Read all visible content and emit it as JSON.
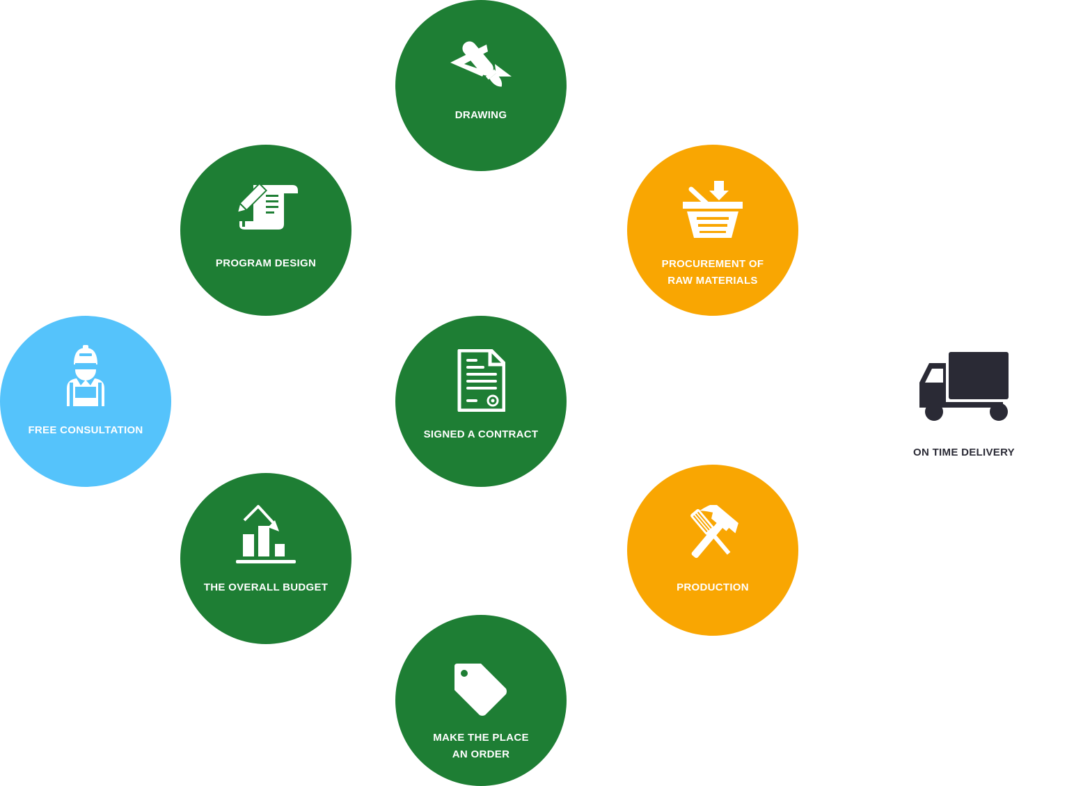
{
  "colors": {
    "green": "#1e7e34",
    "orange": "#f9a602",
    "blue": "#55c3fb",
    "truck": "#2a2a35"
  },
  "steps": {
    "free_consultation": {
      "label": "FREE CONSULTATION",
      "icon": "worker-icon"
    },
    "program_design": {
      "label": "PROGRAM DESIGN",
      "icon": "scroll-pencil-icon"
    },
    "drawing": {
      "label": "DRAWING",
      "icon": "pen-ruler-icon"
    },
    "procurement": {
      "label_line1": "PROCUREMENT OF",
      "label_line2": "RAW MATERIALS",
      "icon": "basket-icon"
    },
    "signed_contract": {
      "label": "SIGNED A CONTRACT",
      "icon": "contract-document-icon"
    },
    "overall_budget": {
      "label": "THE OVERALL BUDGET",
      "icon": "bar-chart-down-icon"
    },
    "production": {
      "label": "PRODUCTION",
      "icon": "hammer-screwdriver-icon"
    },
    "place_order": {
      "label_line1": "MAKE THE PLACE",
      "label_line2": "AN ORDER",
      "icon": "tag-icon"
    },
    "on_time_delivery": {
      "label": "ON TIME DELIVERY",
      "icon": "truck-icon"
    }
  }
}
